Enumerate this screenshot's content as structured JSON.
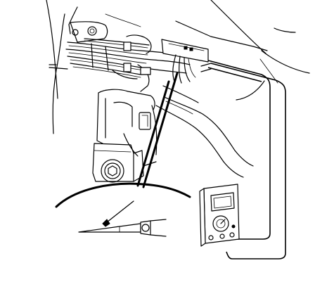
{
  "diagram": {
    "kind": "service-manual-illustration",
    "colors": {
      "line": "#000000",
      "background": "#ffffff"
    },
    "parts": [
      "wiring-harness",
      "harness-connector",
      "engine-bracket",
      "mounting-bolt",
      "magnified-view-callout",
      "back-probe-pin",
      "test-lead-probe",
      "digital-multimeter",
      "test-leads"
    ]
  }
}
